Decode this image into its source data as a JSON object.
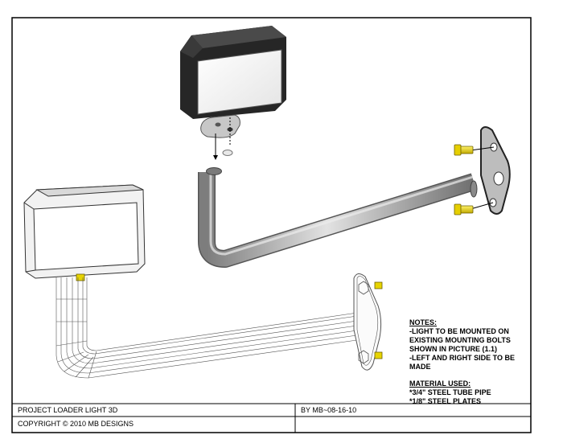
{
  "title_block": {
    "project": "PROJECT LOADER LIGHT 3D",
    "author_date": "BY MB~08-16-10",
    "copyright": "COPYRIGHT © 2010 MB DESIGNS"
  },
  "notes": {
    "heading": "NOTES:",
    "lines": [
      "-LIGHT TO BE MOUNTED ON",
      "EXISTING MOUNTING BOLTS",
      "SHOWN IN PICTURE (1.1)",
      "-LEFT AND RIGHT SIDE TO BE",
      "MADE"
    ],
    "material_heading": "MATERIAL USED:",
    "material_lines": [
      "*3/4\" STEEL TUBE PIPE",
      "*1/8\" STEEL PLATES"
    ]
  },
  "colors": {
    "frame": "#000000",
    "pipe": "#b9b9b9",
    "bolt": "#e0d000",
    "plate": "#bdbdbd",
    "lamp_body": "#2b2b2b"
  }
}
